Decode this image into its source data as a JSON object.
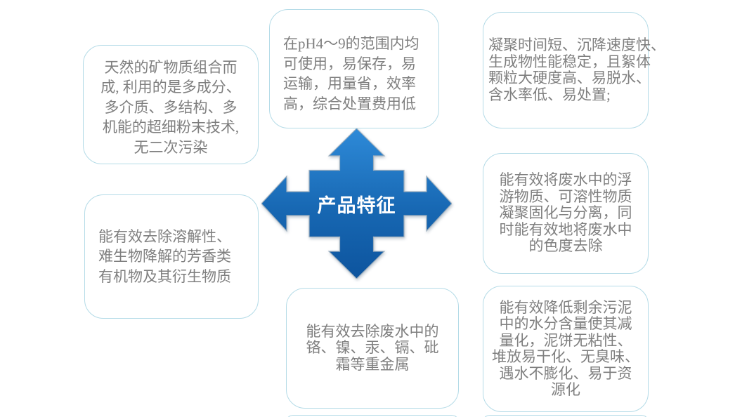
{
  "center": {
    "label": "产品特征"
  },
  "colors": {
    "arrow_gradient_top": "#2e8ad8",
    "arrow_gradient_bottom": "#0d549e",
    "arrow_outline": "#9fb0be",
    "box_border": "#b4dbe7",
    "box_text": "#7f7f7f",
    "center_label_text": "#ffffff"
  },
  "boxes": [
    {
      "id": "top-left",
      "lines": [
        "天然的矿物质组合而",
        "成, 利用的是多成分、",
        "多介质、多结构、多",
        "机能的超细粉末技术,",
        "无二次污染"
      ]
    },
    {
      "id": "top-center",
      "lines": [
        "在pH4～9的范围内均",
        "可使用，易保存，易",
        "运输，用量省，效率",
        "高，综合处置费用低"
      ]
    },
    {
      "id": "top-right",
      "lines": [
        "凝聚时间短、沉降速度快、",
        "生成物性能稳定，且絮体",
        "颗粒大硬度高、易脱水、",
        "含水率低、易处置;"
      ]
    },
    {
      "id": "middle-left",
      "lines": [
        "能有效去除溶解性、",
        "难生物降解的芳香类",
        "有机物及其衍生物质"
      ]
    },
    {
      "id": "middle-right",
      "lines": [
        "能有效将废水中的浮",
        "游物质、可溶性物质",
        "凝聚固化与分离，同",
        "时能有效地将废水中",
        "的色度去除"
      ]
    },
    {
      "id": "bottom-center",
      "lines": [
        "能有效去除废水中的",
        "铬、镍、汞、镉、砒",
        "霜等重金属"
      ]
    },
    {
      "id": "bottom-right",
      "lines": [
        "能有效降低剩余污泥",
        "中的水分含量使其减",
        "量化，泥饼无粘性、",
        "堆放易干化、无臭味、",
        "遇水不膨化、易于资",
        "源化"
      ]
    }
  ]
}
